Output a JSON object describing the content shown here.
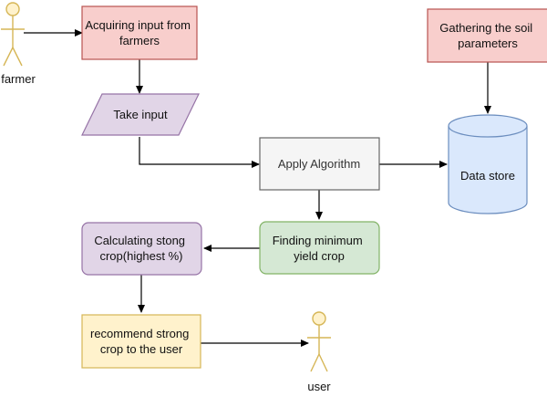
{
  "actors": {
    "farmer": {
      "label": "farmer"
    },
    "user": {
      "label": "user"
    }
  },
  "nodes": {
    "acquire": {
      "lines": [
        "Acquiring input from",
        "farmers"
      ]
    },
    "gather": {
      "lines": [
        "Gathering the soil",
        "parameters"
      ]
    },
    "take_input": {
      "lines": [
        "Take input"
      ]
    },
    "apply": {
      "lines": [
        "Apply Algorithm"
      ]
    },
    "data_store": {
      "lines": [
        "Data store"
      ]
    },
    "calc": {
      "lines": [
        "Calculating stong",
        "crop(highest %)"
      ]
    },
    "find_min": {
      "lines": [
        "Finding minimum",
        "yield crop"
      ]
    },
    "recommend": {
      "lines": [
        "recommend strong",
        "crop to the user"
      ]
    }
  },
  "colors": {
    "red_fill": "#f8cecc",
    "red_stroke": "#b85450",
    "purple_fill": "#e1d5e7",
    "purple_stroke": "#9673a6",
    "green_fill": "#d5e8d4",
    "green_stroke": "#82b366",
    "yellow_fill": "#fff2cc",
    "yellow_stroke": "#d6b656",
    "blue_fill": "#dae8fc",
    "blue_stroke": "#6c8ebf",
    "gray_fill": "#f5f5f5",
    "gray_stroke": "#666666",
    "actor_fill": "#fff2cc",
    "actor_stroke": "#d6b656"
  }
}
